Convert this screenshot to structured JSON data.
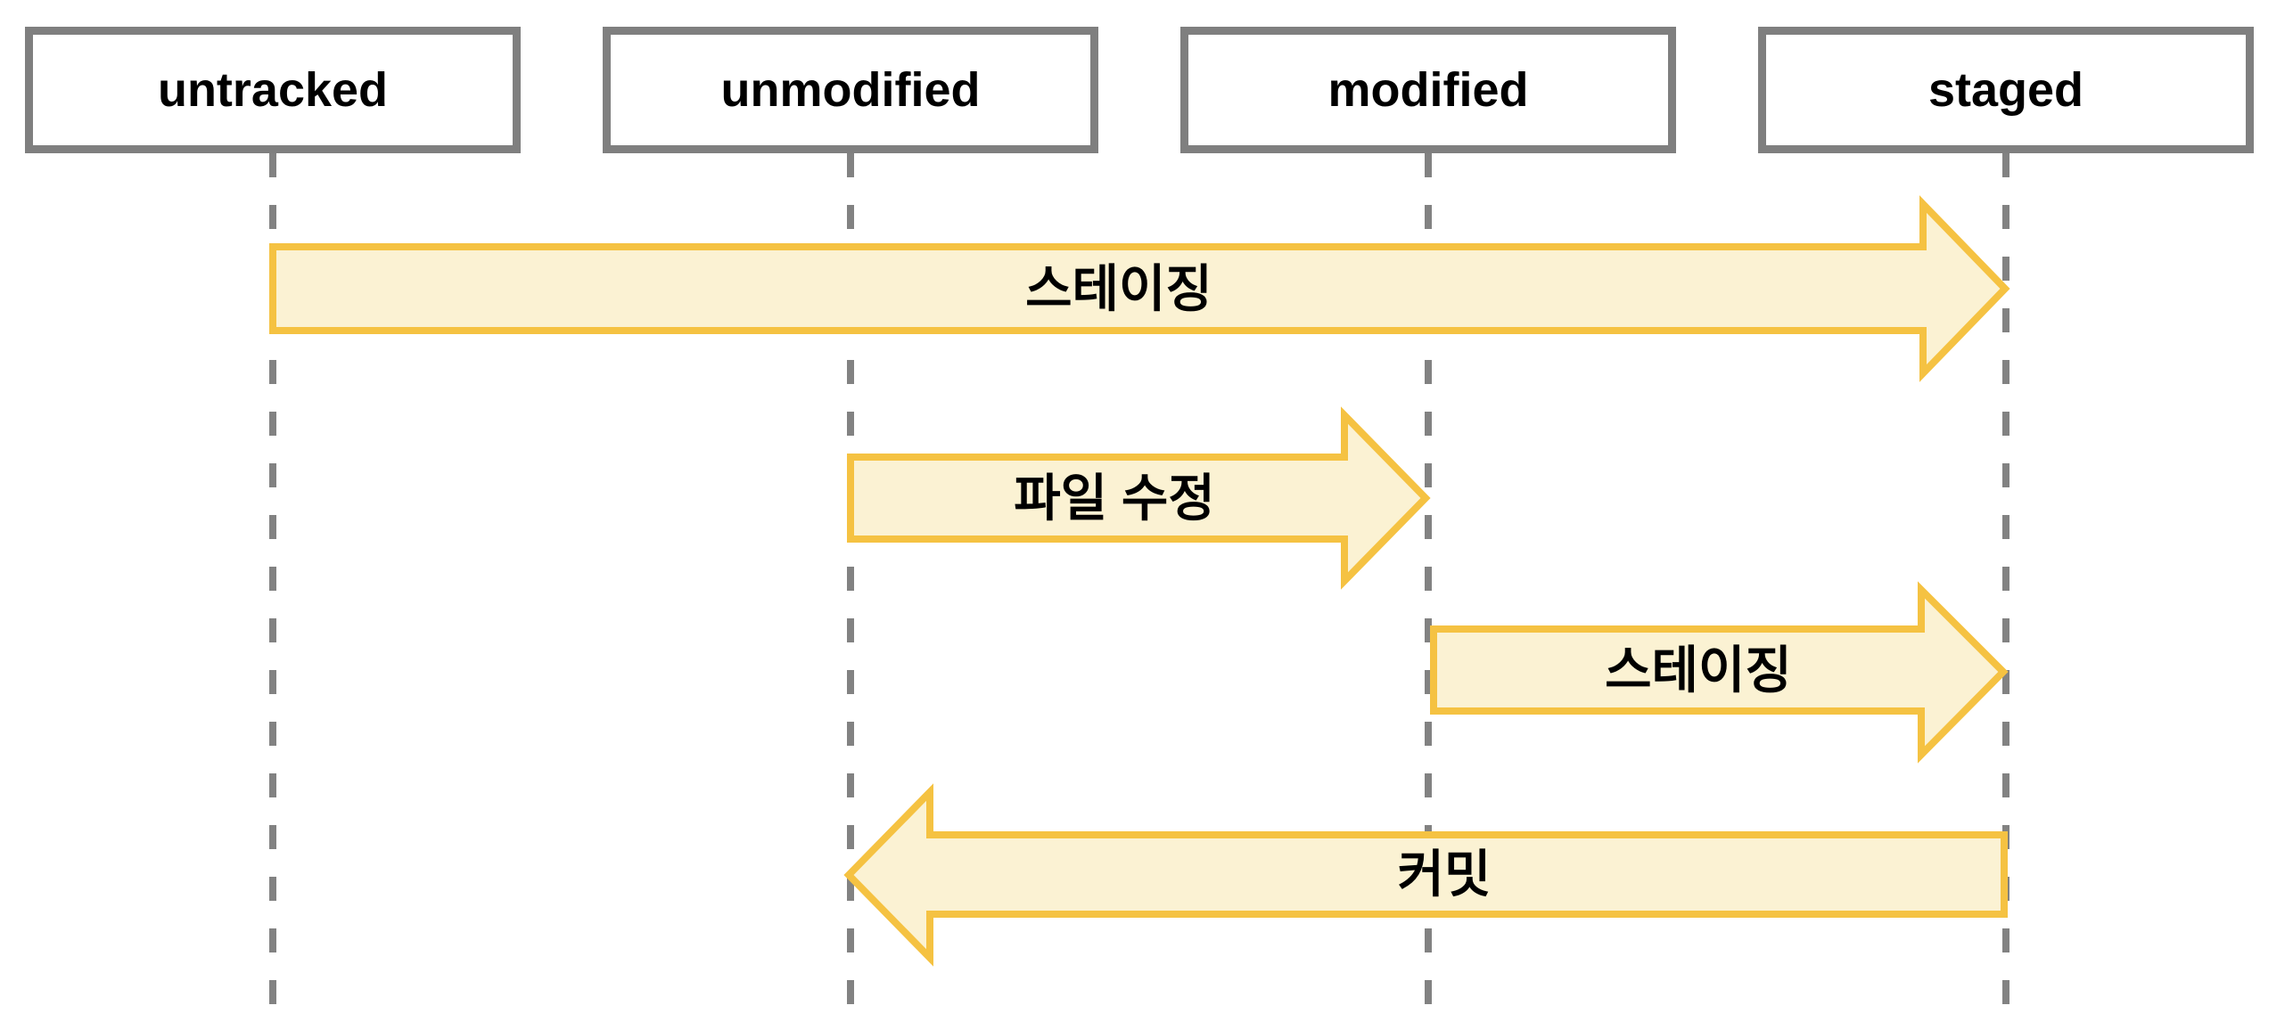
{
  "colors": {
    "background": "#FFFFFF",
    "text": "#000000",
    "box_border": "#7F7F7F",
    "line_gray": "#828282",
    "arrow_fill": "#FBF2D3",
    "arrow_border": "#F5C242"
  },
  "states": [
    {
      "label": "untracked"
    },
    {
      "label": "unmodified"
    },
    {
      "label": "modified"
    },
    {
      "label": "staged"
    }
  ],
  "arrows": [
    {
      "label": "스테이징",
      "from": "untracked",
      "to": "staged",
      "direction": "right"
    },
    {
      "label": "파일 수정",
      "from": "unmodified",
      "to": "modified",
      "direction": "right"
    },
    {
      "label": "스테이징",
      "from": "modified",
      "to": "staged",
      "direction": "right"
    },
    {
      "label": "커밋",
      "from": "staged",
      "to": "unmodified",
      "direction": "left"
    }
  ]
}
